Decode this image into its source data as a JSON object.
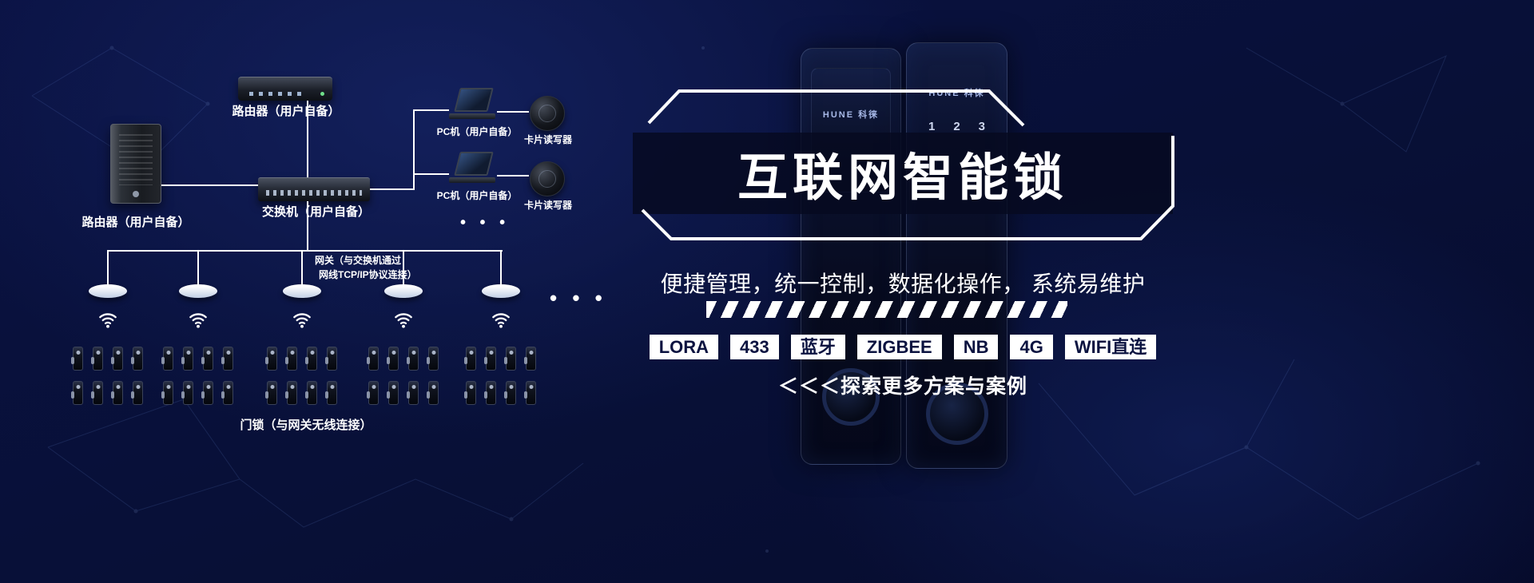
{
  "colors": {
    "background": "#081037",
    "accent": "#ffffff",
    "tag_bg": "#ffffff",
    "tag_text": "#0b1340"
  },
  "diagram": {
    "server": {
      "label": "路由器（用户自备）"
    },
    "router": {
      "label": "路由器（用户自备）"
    },
    "switch": {
      "label": "交换机（用户自备）"
    },
    "pcs": [
      {
        "label": "PC机（用户自备）"
      },
      {
        "label": "PC机（用户自备）"
      }
    ],
    "readers": [
      {
        "label": "卡片读写器"
      },
      {
        "label": "卡片读写器"
      }
    ],
    "pc_ellipsis": "• • •",
    "gateway_note_line1": "网关（与交换机通过",
    "gateway_note_line2": "网线TCP/IP协议连接）",
    "gateway_count": 5,
    "locks_per_gateway": 8,
    "gateway_ellipsis": "• • •",
    "locks_label": "门锁（与网关无线连接）"
  },
  "hero": {
    "brand": "HUNE 科徕",
    "keypad": [
      "1",
      "2",
      "3"
    ],
    "title": "互联网智能锁",
    "subtitle": "便捷管理，统一控制，数据化操作， 系统易维护",
    "tags": [
      "LORA",
      "433",
      "蓝牙",
      "ZIGBEE",
      "NB",
      "4G",
      "WIFI直连"
    ],
    "cta": "＜＜＜探索更多方案与案例"
  }
}
